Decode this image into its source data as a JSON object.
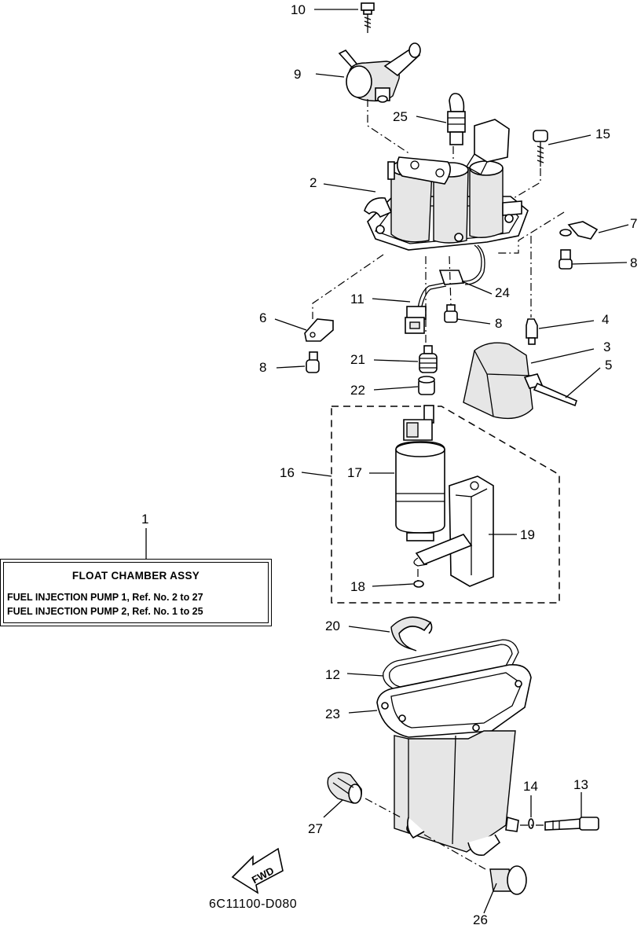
{
  "legend": {
    "title": "FLOAT CHAMBER ASSY",
    "line1": "FUEL INJECTION PUMP 1,  Ref. No. 2 to 27",
    "line2": "FUEL INJECTION PUMP 2, Ref. No. 1 to 25"
  },
  "callouts": {
    "c1": "1",
    "c2": "2",
    "c3": "3",
    "c4": "4",
    "c5": "5",
    "c6": "6",
    "c7": "7",
    "c8a": "8",
    "c8b": "8",
    "c8c": "8",
    "c9": "9",
    "c10": "10",
    "c11": "11",
    "c12": "12",
    "c13": "13",
    "c14": "14",
    "c15": "15",
    "c16": "16",
    "c17": "17",
    "c18": "18",
    "c19": "19",
    "c20": "20",
    "c21": "21",
    "c22": "22",
    "c23": "23",
    "c24": "24",
    "c25": "25",
    "c26": "26",
    "c27": "27"
  },
  "fwd_label": "FWD",
  "drawing_code": "6C11100-D080"
}
